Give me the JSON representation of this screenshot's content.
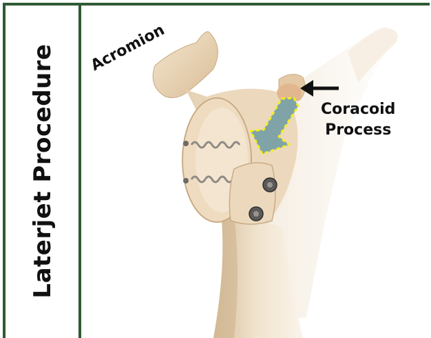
{
  "title": "Laterjet Procedure",
  "labels": {
    "acromion": "Acromion",
    "coracoid_line1": "Coracoid",
    "coracoid_line2": "Process"
  },
  "colors": {
    "frame": "#2e5a33",
    "bone": "#ecd9bd",
    "bone_shadow": "#c9ab86",
    "arrow_fill": "#7fa3a6",
    "arrow_outline": "#f5ee1c"
  }
}
